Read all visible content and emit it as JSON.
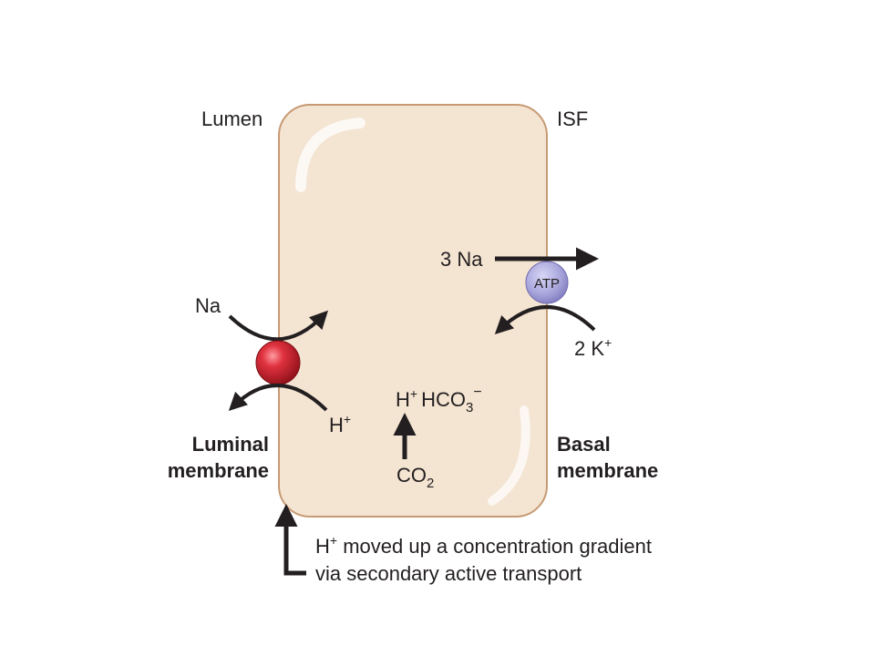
{
  "labels": {
    "lumen": "Lumen",
    "isf": "ISF",
    "na_left": "Na",
    "h_left": "H",
    "h_left_sup": "+",
    "three_na": "3 Na",
    "atp": "ATP",
    "two_k": "2 K",
    "two_k_sup": "+",
    "h_center": "H",
    "h_center_sup": "+",
    "hco3": "HCO",
    "hco3_sub": "3",
    "hco3_sup": "−",
    "co2": "CO",
    "co2_sub": "2",
    "luminal_1": "Luminal",
    "luminal_2": "membrane",
    "basal_1": "Basal",
    "basal_2": "membrane",
    "note_h": "H",
    "note_sup": "+",
    "note_line1_rest": " moved up a concentration gradient",
    "note_line2": "via secondary active transport"
  },
  "colors": {
    "cell_fill": "#f4e4d2",
    "cell_stroke": "#c79a74",
    "antiporter": "#c8202e",
    "pump": "#a9a6dc",
    "arrow": "#231f20"
  }
}
